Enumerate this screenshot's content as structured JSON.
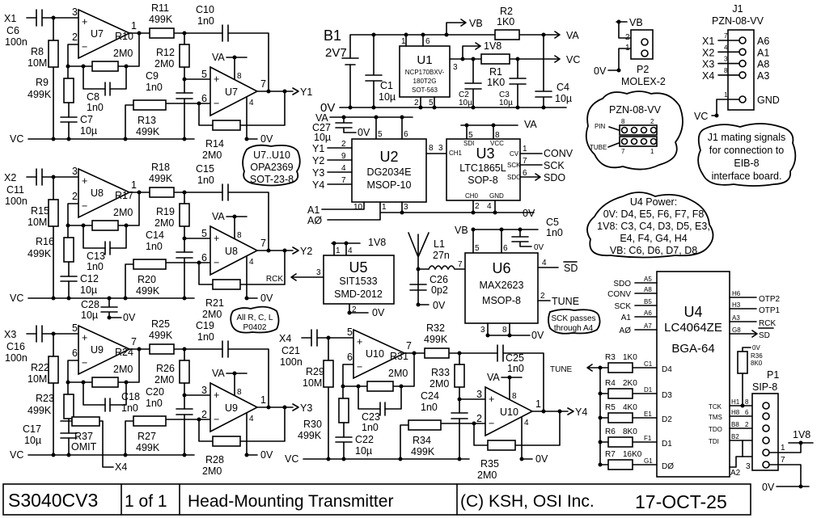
{
  "nets": {
    "va": "VA",
    "gnd": "0V",
    "vc": "VC",
    "vb": "VB",
    "v18": "1V8"
  },
  "stages": [
    {
      "in": "X1",
      "cin": {
        "name": "C6",
        "value": "100n"
      },
      "ra": {
        "name": "R8",
        "value": "10M"
      },
      "rb": {
        "name": "R9",
        "value": "499K"
      },
      "cb": {
        "name": "C7",
        "value": "10µ"
      },
      "amp": "U7",
      "p1": [
        "3",
        "2",
        "1"
      ],
      "rf": {
        "name": "R10",
        "value": "2M0"
      },
      "cf": {
        "name": "C8",
        "value": "1n0"
      },
      "rs": {
        "name": "R11",
        "value": "499K"
      },
      "co": {
        "name": "C10",
        "value": "1n0"
      },
      "rd": {
        "name": "R12",
        "value": "2M0"
      },
      "cd": {
        "name": "C9",
        "value": "1n0"
      },
      "p2": [
        "5",
        "6",
        "7",
        "8",
        "4"
      ],
      "rg": {
        "name": "R13",
        "value": "499K"
      },
      "rh": {
        "name": "R14",
        "value": "2M0"
      },
      "out": "Y1"
    },
    {
      "in": "X2",
      "cin": {
        "name": "C11",
        "value": "100n"
      },
      "ra": {
        "name": "R15",
        "value": "10M"
      },
      "rb": {
        "name": "R16",
        "value": "499K"
      },
      "cb": {
        "name": "C12",
        "value": "10µ"
      },
      "amp": "U8",
      "p1": [
        "3",
        "2",
        "1"
      ],
      "rf": {
        "name": "R17",
        "value": "2M0"
      },
      "cf": {
        "name": "C13",
        "value": "1n0"
      },
      "rs": {
        "name": "R18",
        "value": "499K"
      },
      "co": {
        "name": "C15",
        "value": "1n0"
      },
      "rd": {
        "name": "R19",
        "value": "2M0"
      },
      "cd": {
        "name": "C14",
        "value": "1n0"
      },
      "p2": [
        "5",
        "6",
        "7",
        "8",
        "4"
      ],
      "rg": {
        "name": "R20",
        "value": "499K"
      },
      "rh": {
        "name": "R21",
        "value": "2M0"
      },
      "out": "Y2"
    },
    {
      "in": "X3",
      "cin": {
        "name": "C16",
        "value": "100n"
      },
      "ra": {
        "name": "R22",
        "value": "10M"
      },
      "rb": {
        "name": "R23",
        "value": "499K"
      },
      "cb": {
        "name": "C17",
        "value": "10µ"
      },
      "amp": "U9",
      "p1": [
        "5",
        "6",
        "7"
      ],
      "rf": {
        "name": "R24",
        "value": "2M0"
      },
      "cf": {
        "name": "C18",
        "value": "1n0"
      },
      "rs": {
        "name": "R25",
        "value": "499K"
      },
      "co": {
        "name": "C19",
        "value": "1n0"
      },
      "rd": {
        "name": "R26",
        "value": "2M0"
      },
      "cd": {
        "name": "C20",
        "value": "1n0"
      },
      "p2": [
        "3",
        "2",
        "1",
        "8",
        "4"
      ],
      "rg": {
        "name": "R27",
        "value": "499K"
      },
      "rh": {
        "name": "R28",
        "value": "2M0"
      },
      "out": "Y3"
    },
    {
      "in": "X4",
      "cin": {
        "name": "C21",
        "value": "100n"
      },
      "ra": {
        "name": "R29",
        "value": "10M"
      },
      "rb": {
        "name": "R30",
        "value": "499K"
      },
      "cb": {
        "name": "C22",
        "value": "10µ"
      },
      "amp": "U10",
      "p1": [
        "5",
        "6",
        "7"
      ],
      "rf": {
        "name": "R31",
        "value": "2M0"
      },
      "cf": {
        "name": "C23",
        "value": "1n0"
      },
      "rs": {
        "name": "R32",
        "value": "499K"
      },
      "co": {
        "name": "C25",
        "value": "1n0"
      },
      "rd": {
        "name": "R33",
        "value": "2M0"
      },
      "cd": {
        "name": "C24",
        "value": "1n0"
      },
      "p2": [
        "3",
        "2",
        "1",
        "8",
        "4"
      ],
      "rg": {
        "name": "R34",
        "value": "499K"
      },
      "rh": {
        "name": "R35",
        "value": "2M0"
      },
      "out": "Y4"
    }
  ],
  "extras": {
    "c28": {
      "name": "C28",
      "value": "10µ"
    },
    "r37": {
      "name": "R37",
      "value": "OMIT",
      "net": "X4"
    }
  },
  "power": {
    "b1": {
      "name": "B1",
      "value": "2V7"
    },
    "c1": {
      "name": "C1",
      "value": "10µ"
    },
    "u1": {
      "name": "U1",
      "part": "NCP170BXV-",
      "part2": "180T2G",
      "pkg": "SOT-563",
      "pins": [
        "1",
        "6",
        "2",
        "5",
        "3"
      ]
    },
    "r2": {
      "name": "R2",
      "value": "1K0"
    },
    "r1": {
      "name": "R1",
      "value": "1K0"
    },
    "c2": {
      "name": "C2",
      "value": "10µ"
    },
    "c3": {
      "name": "C3",
      "value": "10µ"
    },
    "c4": {
      "name": "C4",
      "value": "10µ"
    },
    "c27": {
      "name": "C27",
      "value": "10µ"
    }
  },
  "u2": {
    "name": "U2",
    "part": "DG2034E",
    "pkg": "MSOP-10",
    "inputs": [
      {
        "net": "Y1",
        "pin": "2"
      },
      {
        "net": "Y2",
        "pin": "9"
      },
      {
        "net": "Y3",
        "pin": "4"
      },
      {
        "net": "Y4",
        "pin": "7"
      }
    ],
    "top_pins": [
      "5",
      "6"
    ],
    "bottom_pins": [
      "10",
      "1",
      "3"
    ],
    "out_pin": "8",
    "addr": [
      "A1",
      "AØ"
    ]
  },
  "u3": {
    "name": "U3",
    "part": "LTC1865L",
    "pkg": "SOP-8",
    "in_pin": "3",
    "internal": [
      "SDI",
      "VCC",
      "CH1",
      "CV",
      "SCK",
      "SDO",
      "CH0",
      "GND"
    ],
    "top_pins": [
      "5",
      "8"
    ],
    "bottom_pins": [
      "2",
      "4"
    ],
    "outputs": [
      {
        "net": "CONV",
        "pin": "1"
      },
      {
        "net": "SCK",
        "pin": "7"
      },
      {
        "net": "SDO",
        "pin": "6"
      }
    ]
  },
  "u5": {
    "name": "U5",
    "part": "SIT1533",
    "pkg": "SMD-2012",
    "pins": [
      "1",
      "4",
      "3",
      "2"
    ],
    "out": "RCK"
  },
  "rf": {
    "ant_l": {
      "name": "L1",
      "value": "27n"
    },
    "c26": {
      "name": "C26",
      "value": "0p2"
    },
    "c5": {
      "name": "C5",
      "value": "1n0"
    }
  },
  "u6": {
    "name": "U6",
    "part": "MAX2623",
    "pkg": "MSOP-8",
    "pins": {
      "in": "7",
      "t1": "5",
      "t2": "6",
      "sd": "4",
      "tune": "2",
      "b1": "3",
      "b2": "8"
    },
    "sd": "SD",
    "tune": "TUNE"
  },
  "p2": {
    "name": "P2",
    "part": "MOLEX-2",
    "pins": [
      "2",
      "1"
    ]
  },
  "pzn_note": {
    "title": "PZN-08-VV",
    "pin": "PIN",
    "tube": "TUBE",
    "n8": "8",
    "n2": "2",
    "n7": "7",
    "n1": "1"
  },
  "j1": {
    "name": "J1",
    "part": "PZN-08-VV",
    "rows": [
      {
        "net": "X1",
        "pin": "7",
        "sig": "A6"
      },
      {
        "net": "X2",
        "pin": "4",
        "sig": "A1"
      },
      {
        "net": "X3",
        "pin": "3",
        "sig": "A8"
      },
      {
        "net": "X4",
        "pin": "8",
        "sig": "A3"
      }
    ],
    "gnd_pin": "1",
    "gnd": "GND"
  },
  "j1_note": [
    "J1 mating signals",
    "for connection to",
    "EIB-8",
    "interface board."
  ],
  "u4_power_note": [
    "U4 Power:",
    "0V: D4, E5, F6, F7, F8",
    "1V8: C3, C4, D3, D5, E3,",
    "E4, F4, G4, H4",
    "VB: C6, D6, D7, D8"
  ],
  "opamp_note": [
    "U7..U10",
    "OPA2369",
    "SOT-23-8"
  ],
  "passive_note": [
    "All R, C, L",
    "P0402"
  ],
  "sck_note": [
    "SCK passes",
    "through A4"
  ],
  "u4": {
    "name": "U4",
    "part": "LC4064ZE",
    "pkg": "BGA-64",
    "left": [
      {
        "net": "SDO",
        "pin": "A5"
      },
      {
        "net": "CONV",
        "pin": "A8"
      },
      {
        "net": "SCK",
        "pin": "B5"
      },
      {
        "net": "A1",
        "pin": "A6"
      },
      {
        "net": "AØ",
        "pin": "A7"
      }
    ],
    "dac": [
      {
        "r": "R3",
        "v": "1K0",
        "pin": "C1",
        "d": "D4"
      },
      {
        "r": "R4",
        "v": "2K0",
        "pin": "D1",
        "d": "D3"
      },
      {
        "r": "R5",
        "v": "4K0",
        "pin": "E1",
        "d": "D2"
      },
      {
        "r": "R6",
        "v": "8K0",
        "pin": "F1",
        "d": "D1"
      },
      {
        "r": "R7",
        "v": "16K0",
        "pin": "G1",
        "d": "DØ"
      }
    ],
    "tune": "TUNE",
    "right": [
      {
        "pin": "H6",
        "net": "OTP2"
      },
      {
        "pin": "H3",
        "net": "OTP1"
      },
      {
        "pin": "A3",
        "net": "RCK"
      },
      {
        "pin": "G8",
        "net": "SD"
      }
    ],
    "jtag": [
      {
        "sig": "TCK",
        "pin": "H1",
        "p": "8"
      },
      {
        "sig": "TMS",
        "pin": "H8",
        "p": "6"
      },
      {
        "sig": "TDO",
        "pin": "B8",
        "p": "2"
      },
      {
        "sig": "TDI",
        "pin": "B2",
        "p": ""
      }
    ],
    "a2": {
      "pin": "A2",
      "p": "3"
    }
  },
  "r36": {
    "name": "R36",
    "value": "8K0"
  },
  "p1": {
    "name": "P1",
    "part": "SIP-8",
    "pins": [
      "1",
      "7"
    ]
  },
  "title_block": {
    "drawing": "S3040CV3",
    "sheet": "1 of 1",
    "title": "Head-Mounting Transmitter",
    "copyright": "(C) KSH, OSI Inc.",
    "date": "17-OCT-25"
  }
}
